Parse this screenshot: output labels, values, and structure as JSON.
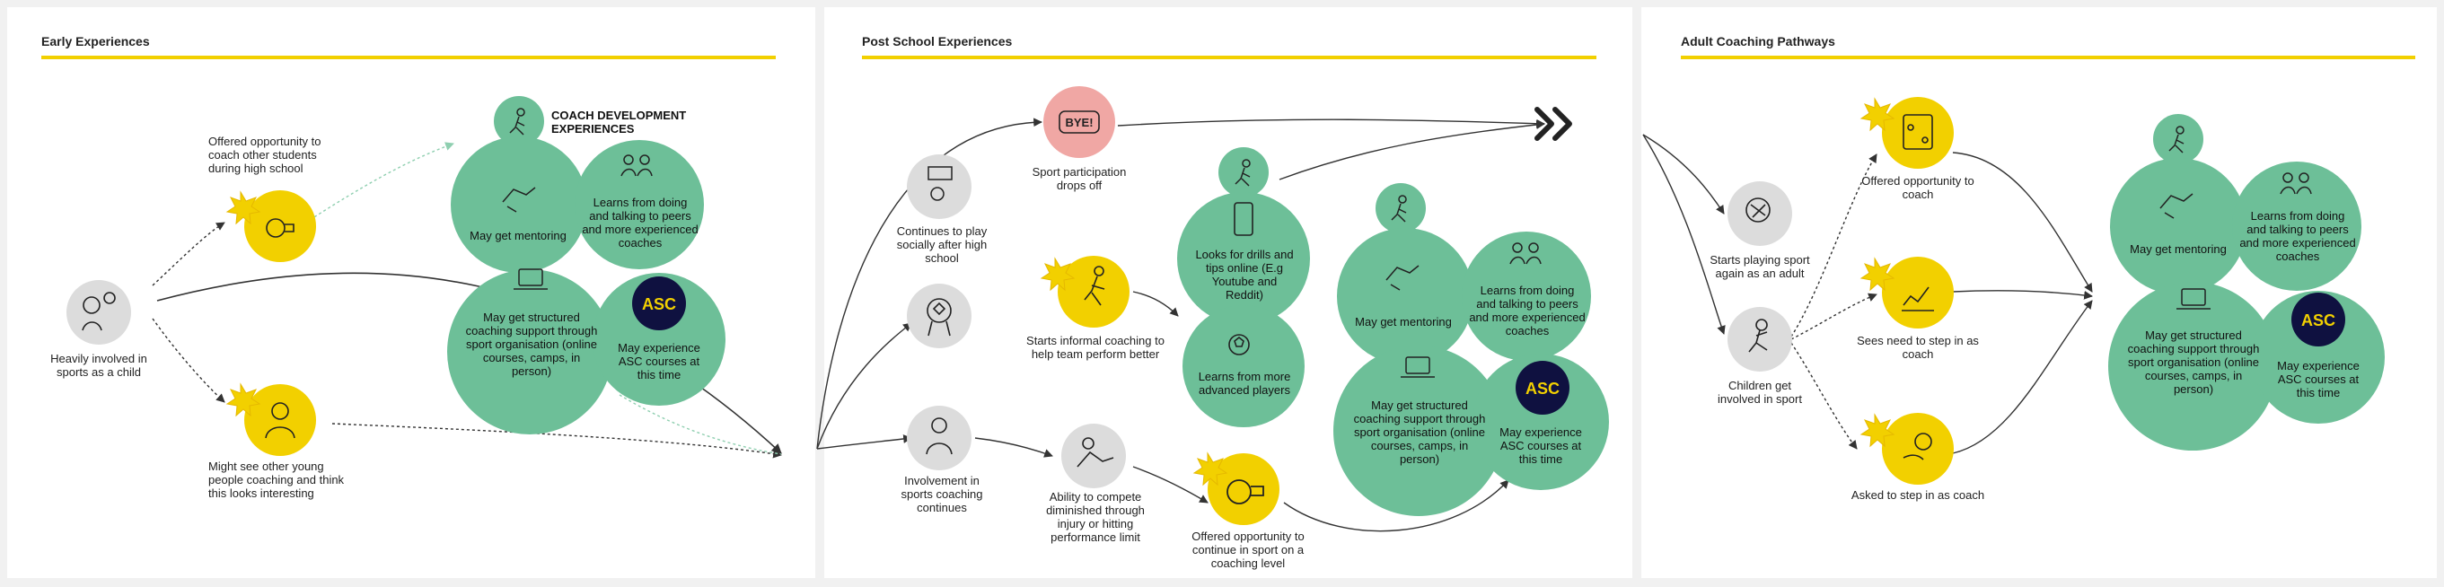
{
  "sections": {
    "early": "Early Experiences",
    "post": "Post School Experiences",
    "adult": "Adult Coaching Pathways"
  },
  "early": {
    "heavily": "Heavily involved in sports as a child",
    "offered": "Offered opportunity to coach other students during high school",
    "might_see": "Might see other young people coaching and think this looks interesting",
    "coach_dev_heading": "COACH DEVELOPMENT EXPERIENCES",
    "mentoring": "May get mentoring",
    "learns": "Learns from doing and talking to peers and more experienced coaches",
    "structured": "May get structured coaching support through sport organisation (online courses, camps, in person)",
    "asc": "May experience ASC courses at this time"
  },
  "post": {
    "bye_text": "BYE!",
    "drops_off": "Sport participation drops off",
    "continues_social": "Continues to play socially after high school",
    "informal": "Starts informal coaching to help team perform better",
    "involvement": "Involvement in sports coaching continues",
    "ability": "Ability to compete diminished through injury or hitting performance limit",
    "offered_continue": "Offered opportunity to continue in sport on a coaching level",
    "drills": "Looks for drills and tips online (E.g Youtube and Reddit)",
    "learns_advanced": "Learns from more advanced players",
    "mentoring": "May get mentoring",
    "learns": "Learns from doing and talking to peers and more experienced coaches",
    "structured": "May get structured coaching support through sport organisation (online courses, camps, in person)",
    "asc": "May experience ASC courses at this time"
  },
  "adult": {
    "starts_playing": "Starts playing sport again as an adult",
    "children": "Children get involved in sport",
    "offered": "Offered opportunity to coach",
    "sees_need": "Sees need to step in as coach",
    "asked": "Asked to step in as coach",
    "mentoring": "May get mentoring",
    "learns": "Learns from doing and talking to peers and more experienced coaches",
    "structured": "May get structured coaching support through sport organisation (online courses, camps, in person)",
    "asc": "May experience ASC courses at this time"
  },
  "badges": {
    "asc": "ASC",
    "spark": "SPARK"
  },
  "colors": {
    "accent_yellow": "#f2d000",
    "bubble_green": "#6dbf98",
    "icon_grey": "#dcdcdc",
    "bye_pink": "#f0a7a4",
    "asc_navy": "#0f1140",
    "line": "#333333"
  },
  "icons": {
    "heavily": "basketball-player-icon",
    "offered": "whistle-icon",
    "might_see": "referee-icon",
    "coach_dev": "running-person-icon",
    "mentoring": "handshake-icon",
    "learns": "group-talk-icon",
    "structured": "laptop-course-icon",
    "bye": "speech-bubble-icon",
    "continues_social": "basketball-hoop-icon",
    "involvement": "coach-icon",
    "informal": "jumping-player-icon",
    "award": "ribbon-award-icon",
    "ability": "injured-player-icon",
    "offered_continue": "whistle-icon",
    "drills": "phone-icon",
    "learns_advanced": "soccer-ball-icon",
    "fast_forward": "double-chevron-icon",
    "starts_playing": "tennis-racket-icon",
    "children": "child-kicking-icon",
    "adult_offered": "clipboard-icon",
    "sees_need": "chart-hand-icon",
    "asked": "ball-hand-icon"
  }
}
